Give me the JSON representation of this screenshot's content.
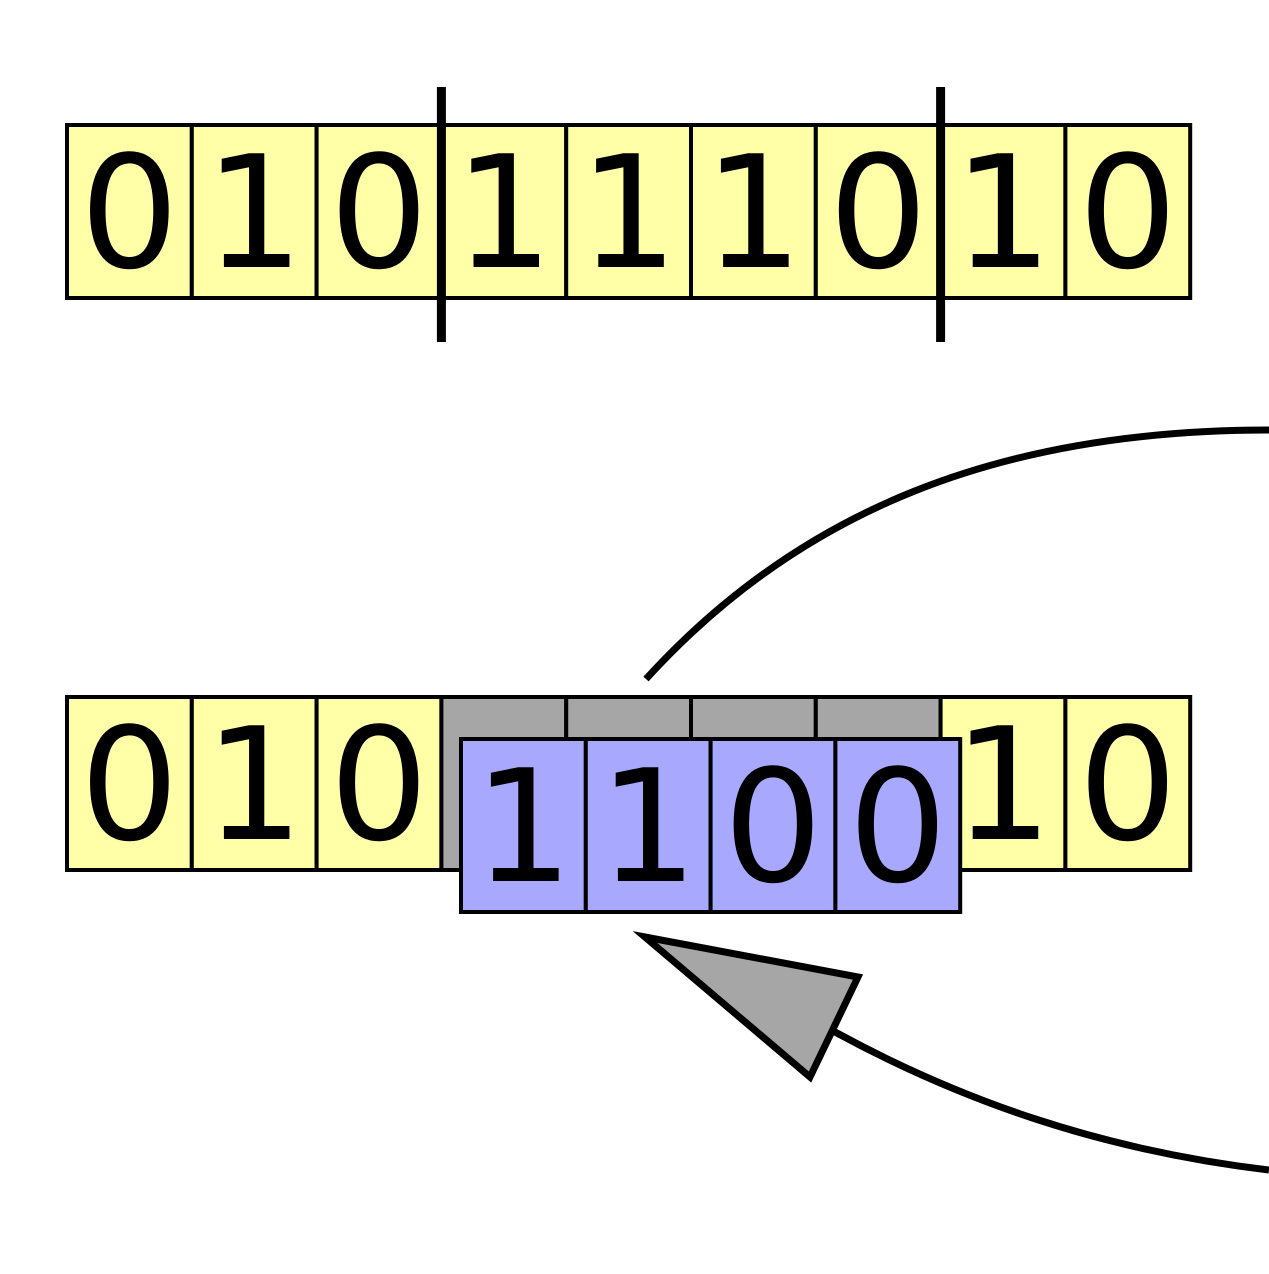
{
  "colors": {
    "cell_fill": "#ffffa8",
    "mutated_fill": "#a8a8ff",
    "removed_fill": "#a6a6a6",
    "stroke": "#000000",
    "arrowhead_fill": "#a6a6a6",
    "background": "#ffffff"
  },
  "original_row": {
    "bits": [
      "0",
      "1",
      "0",
      "1",
      "1",
      "1",
      "0",
      "1",
      "0"
    ],
    "segment_markers_after_index": [
      2,
      6
    ]
  },
  "mutated_row": {
    "bits": [
      "0",
      "1",
      "0",
      "",
      "",
      "",
      "",
      "1",
      "0"
    ],
    "replaced_range": [
      3,
      6
    ],
    "replacement_bits": [
      "1",
      "1",
      "0",
      "0"
    ]
  },
  "arrow": {
    "description_icon": "curved-arrow-icon"
  }
}
